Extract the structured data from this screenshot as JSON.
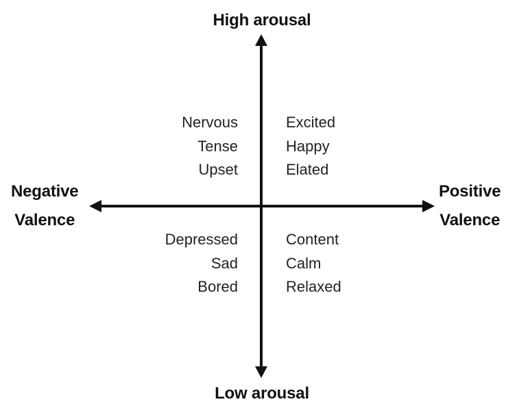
{
  "axes": {
    "top_label": "High arousal",
    "bottom_label": "Low arousal",
    "left_label": [
      "Negative",
      "Valence"
    ],
    "right_label": [
      "Positive",
      "Valence"
    ]
  },
  "quadrants": {
    "top_left": [
      "Nervous",
      "Tense",
      "Upset"
    ],
    "top_right": [
      "Excited",
      "Happy",
      "Elated"
    ],
    "bottom_left": [
      "Depressed",
      "Sad",
      "Bored"
    ],
    "bottom_right": [
      "Content",
      "Calm",
      "Relaxed"
    ]
  }
}
